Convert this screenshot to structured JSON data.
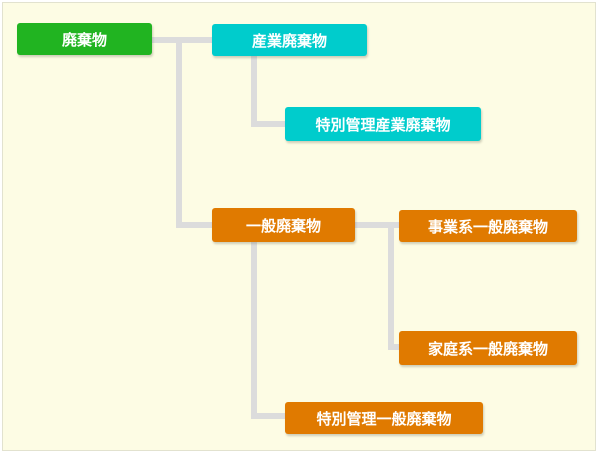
{
  "colors": {
    "root": "#21b421",
    "industrial": "#00cccc",
    "general": "#e07a00",
    "connector": "#dcdcdc",
    "background": "#fdfce4"
  },
  "tree": {
    "root": {
      "label": "廃棄物"
    },
    "industrial": {
      "label": "産業廃棄物",
      "children": [
        {
          "label": "特別管理産業廃棄物"
        }
      ]
    },
    "general": {
      "label": "一般廃棄物",
      "children": [
        {
          "label": "事業系一般廃棄物"
        },
        {
          "label": "家庭系一般廃棄物"
        },
        {
          "label": "特別管理一般廃棄物"
        }
      ]
    }
  }
}
